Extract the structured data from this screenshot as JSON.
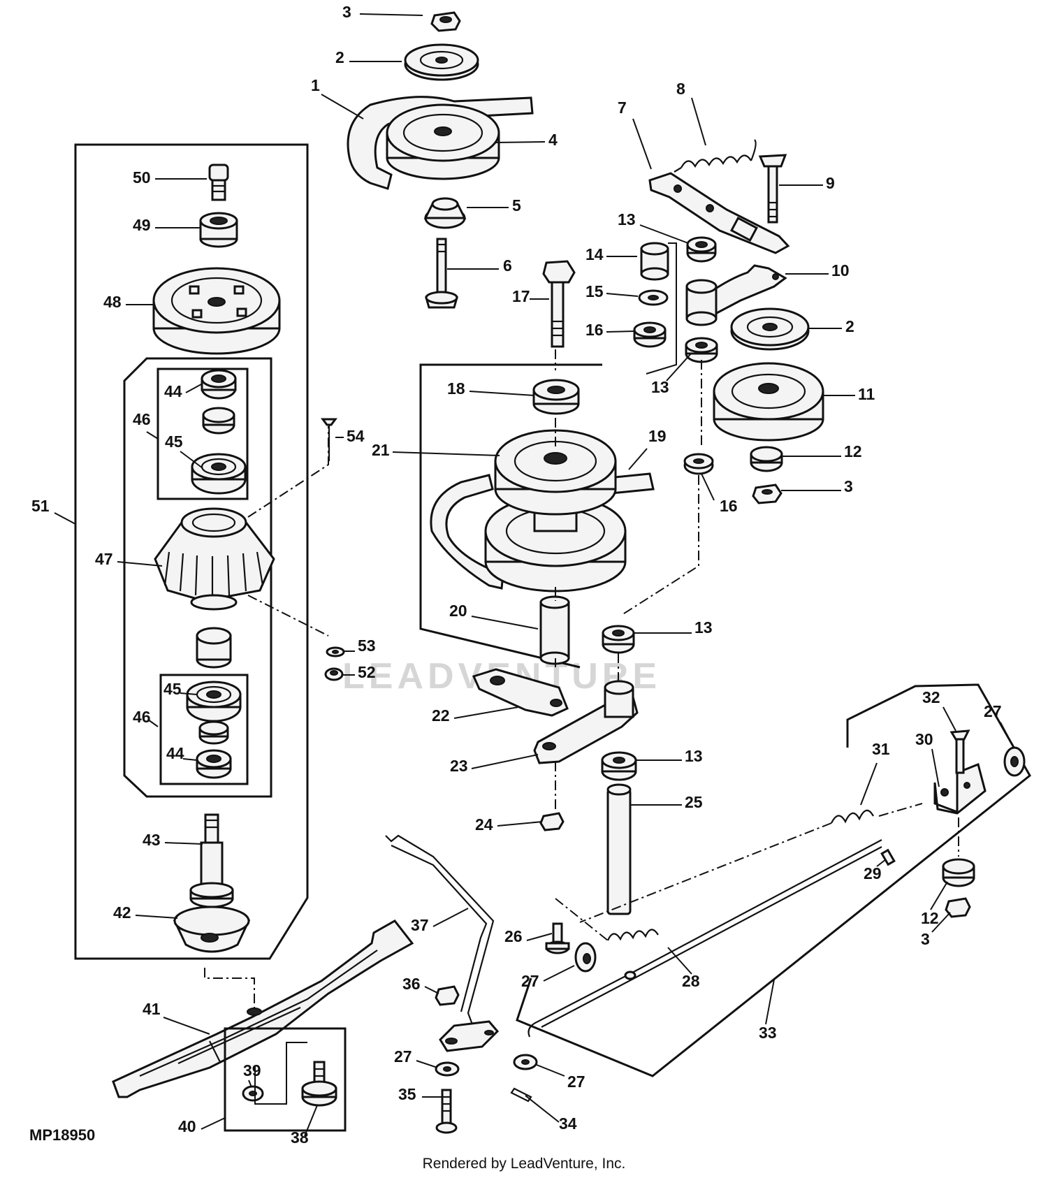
{
  "diagram": {
    "code": "MP18950",
    "watermark": "LEADVENTURE",
    "credit": "Rendered by LeadVenture, Inc."
  },
  "callouts": [
    {
      "id": "c3a",
      "label": "3"
    },
    {
      "id": "c2a",
      "label": "2"
    },
    {
      "id": "c1",
      "label": "1"
    },
    {
      "id": "c4",
      "label": "4"
    },
    {
      "id": "c5",
      "label": "5"
    },
    {
      "id": "c6",
      "label": "6"
    },
    {
      "id": "c7",
      "label": "7"
    },
    {
      "id": "c8",
      "label": "8"
    },
    {
      "id": "c9",
      "label": "9"
    },
    {
      "id": "c13a",
      "label": "13"
    },
    {
      "id": "c14",
      "label": "14"
    },
    {
      "id": "c10",
      "label": "10"
    },
    {
      "id": "c15",
      "label": "15"
    },
    {
      "id": "c17",
      "label": "17"
    },
    {
      "id": "c16a",
      "label": "16"
    },
    {
      "id": "c2b",
      "label": "2"
    },
    {
      "id": "c13b",
      "label": "13"
    },
    {
      "id": "c18",
      "label": "18"
    },
    {
      "id": "c11",
      "label": "11"
    },
    {
      "id": "c19",
      "label": "19"
    },
    {
      "id": "c21",
      "label": "21"
    },
    {
      "id": "c12a",
      "label": "12"
    },
    {
      "id": "c3b",
      "label": "3"
    },
    {
      "id": "c16b",
      "label": "16"
    },
    {
      "id": "c20",
      "label": "20"
    },
    {
      "id": "c13c",
      "label": "13"
    },
    {
      "id": "c22",
      "label": "22"
    },
    {
      "id": "c23",
      "label": "23"
    },
    {
      "id": "c13d",
      "label": "13"
    },
    {
      "id": "c25",
      "label": "25"
    },
    {
      "id": "c24",
      "label": "24"
    },
    {
      "id": "c32",
      "label": "32"
    },
    {
      "id": "c27a",
      "label": "27"
    },
    {
      "id": "c30",
      "label": "30"
    },
    {
      "id": "c31",
      "label": "31"
    },
    {
      "id": "c29",
      "label": "29"
    },
    {
      "id": "c12b",
      "label": "12"
    },
    {
      "id": "c3c",
      "label": "3"
    },
    {
      "id": "c26",
      "label": "26"
    },
    {
      "id": "c27b",
      "label": "27"
    },
    {
      "id": "c28",
      "label": "28"
    },
    {
      "id": "c33",
      "label": "33"
    },
    {
      "id": "c37",
      "label": "37"
    },
    {
      "id": "c36",
      "label": "36"
    },
    {
      "id": "c27c",
      "label": "27"
    },
    {
      "id": "c35",
      "label": "35"
    },
    {
      "id": "c27d",
      "label": "27"
    },
    {
      "id": "c34",
      "label": "34"
    },
    {
      "id": "c50",
      "label": "50"
    },
    {
      "id": "c49",
      "label": "49"
    },
    {
      "id": "c48",
      "label": "48"
    },
    {
      "id": "c44a",
      "label": "44"
    },
    {
      "id": "c46a",
      "label": "46"
    },
    {
      "id": "c45a",
      "label": "45"
    },
    {
      "id": "c51",
      "label": "51"
    },
    {
      "id": "c47",
      "label": "47"
    },
    {
      "id": "c54",
      "label": "54"
    },
    {
      "id": "c53",
      "label": "53"
    },
    {
      "id": "c52",
      "label": "52"
    },
    {
      "id": "c45b",
      "label": "45"
    },
    {
      "id": "c46b",
      "label": "46"
    },
    {
      "id": "c44b",
      "label": "44"
    },
    {
      "id": "c43",
      "label": "43"
    },
    {
      "id": "c42",
      "label": "42"
    },
    {
      "id": "c41",
      "label": "41"
    },
    {
      "id": "c39",
      "label": "39"
    },
    {
      "id": "c40",
      "label": "40"
    },
    {
      "id": "c38",
      "label": "38"
    }
  ]
}
